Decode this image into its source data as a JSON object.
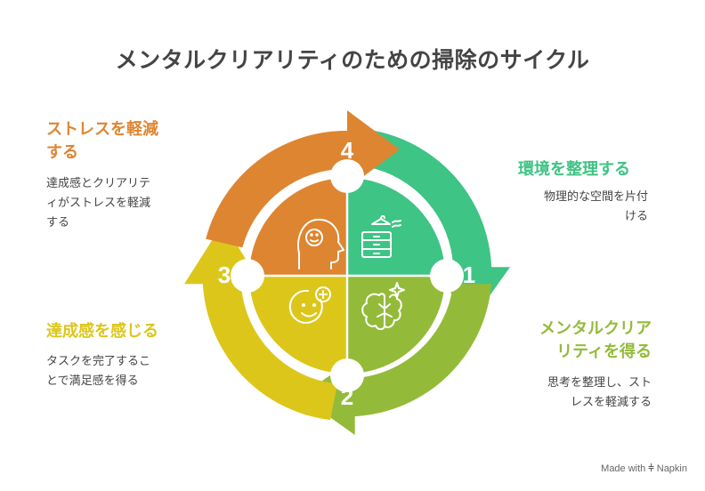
{
  "title": "メンタルクリアリティのための掃除のサイクル",
  "colors": {
    "step1": "#3ec484",
    "step2": "#93bb39",
    "step3": "#dcc61a",
    "step4": "#de8531",
    "text": "#444444"
  },
  "steps": [
    {
      "number": "1",
      "title": "環境を整理する",
      "description": [
        "物理的な空間を片付",
        "ける"
      ],
      "icon": "wardrobe-icon"
    },
    {
      "number": "2",
      "title": [
        "メンタルクリア",
        "リティを得る"
      ],
      "description": [
        "思考を整理し、スト",
        "レスを軽減する"
      ],
      "icon": "brain-sparkle-icon"
    },
    {
      "number": "3",
      "title": "達成感を感じる",
      "description": [
        "タスクを完了するこ",
        "とで満足感を得る"
      ],
      "icon": "smile-plus-icon"
    },
    {
      "number": "4",
      "title": [
        "ストレスを軽減",
        "する"
      ],
      "description": [
        "達成感とクリアリテ",
        "ィがストレスを軽減",
        "する"
      ],
      "icon": "calm-head-icon"
    }
  ],
  "footer": {
    "made_with": "Made with",
    "brand": "Napkin",
    "logo_icon": "napkin-logo-icon"
  }
}
